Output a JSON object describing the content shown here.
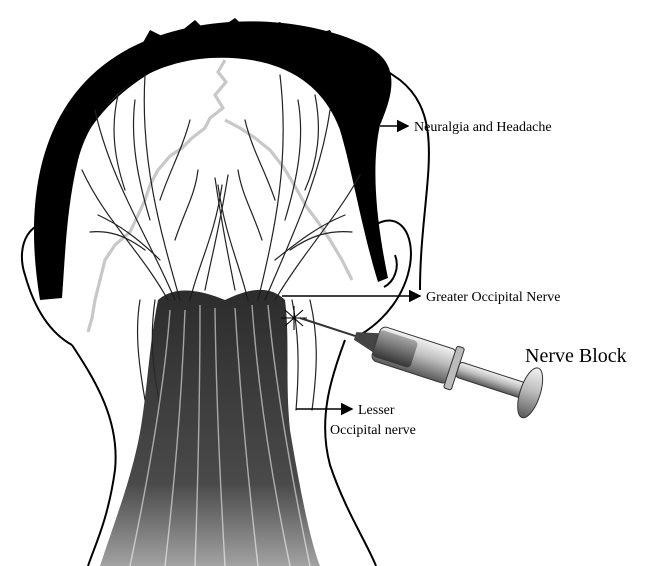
{
  "labels": {
    "neuralgia": "Neuralgia and Headache",
    "greater_nerve": "Greater Occipital Nerve",
    "nerve_block": "Nerve Block",
    "lesser_line1": "Lesser",
    "lesser_line2": "Occipital nerve"
  }
}
